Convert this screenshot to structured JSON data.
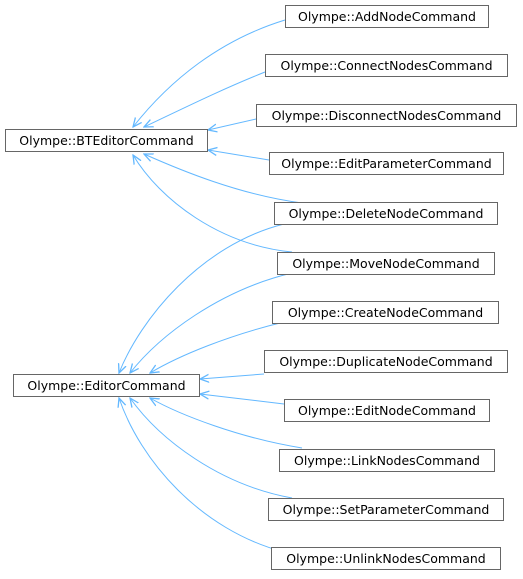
{
  "diagram": {
    "edge_color": "#63b8ff",
    "nodes": {
      "bteditor": "Olympe::BTEditorCommand",
      "editor": "Olympe::EditorCommand",
      "add_node": "Olympe::AddNodeCommand",
      "connect_nodes": "Olympe::ConnectNodesCommand",
      "disconnect_nodes": "Olympe::DisconnectNodesCommand",
      "edit_parameter": "Olympe::EditParameterCommand",
      "delete_node": "Olympe::DeleteNodeCommand",
      "move_node": "Olympe::MoveNodeCommand",
      "create_node": "Olympe::CreateNodeCommand",
      "duplicate_node": "Olympe::DuplicateNodeCommand",
      "edit_node": "Olympe::EditNodeCommand",
      "link_nodes": "Olympe::LinkNodesCommand",
      "set_parameter": "Olympe::SetParameterCommand",
      "unlink_nodes": "Olympe::UnlinkNodesCommand"
    }
  }
}
